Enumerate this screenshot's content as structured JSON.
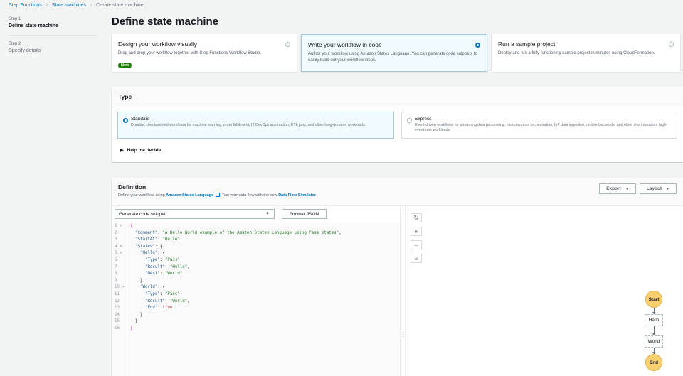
{
  "breadcrumb": {
    "items": [
      "Step Functions",
      "State machines"
    ],
    "current": "Create state machine"
  },
  "sidebar": {
    "steps": [
      {
        "label": "Step 1",
        "title": "Define state machine",
        "active": true
      },
      {
        "label": "Step 2",
        "title": "Specify details",
        "active": false
      }
    ]
  },
  "page": {
    "title": "Define state machine"
  },
  "authoring": {
    "options": [
      {
        "title": "Design your workflow visually",
        "desc": "Drag and drop your workflow together with Step Functions Workflow Studio.",
        "badge": "New",
        "selected": false
      },
      {
        "title": "Write your workflow in code",
        "desc": "Author your workflow using Amazon States Language. You can generate code snippets to easily build out your workflow steps.",
        "selected": true
      },
      {
        "title": "Run a sample project",
        "desc": "Deploy and run a fully functioning sample project in minutes using CloudFormation.",
        "selected": false
      }
    ]
  },
  "type_panel": {
    "title": "Type",
    "options": [
      {
        "title": "Standard",
        "desc": "Durable, checkpointed workflows for machine learning, order fulfillment, IT/DevOps automation, ETL jobs, and other long-duration workloads.",
        "selected": true
      },
      {
        "title": "Express",
        "desc": "Event-driven workflows for streaming data processing, microservices orchestration, IoT data ingestion, mobile backends, and other short duration, high-event-rate workloads.",
        "selected": false
      }
    ],
    "help": "Help me decide"
  },
  "definition": {
    "title": "Definition",
    "desc_prefix": "Define your workflow using ",
    "link1": "Amazon States Language",
    "desc_mid": ". Test your data flow with the new ",
    "link2": "Data Flow Simulator",
    "desc_suffix": ".",
    "export_label": "Export",
    "layout_label": "Layout",
    "snippet_select": "Generate code snippet",
    "format_label": "Format JSON",
    "code_lines": [
      "{",
      "  \"Comment\": \"A Hello World example of the Amazon States Language using Pass states\",",
      "  \"StartAt\": \"Hello\",",
      "  \"States\": {",
      "    \"Hello\": {",
      "      \"Type\": \"Pass\",",
      "      \"Result\": \"Hello\",",
      "      \"Next\": \"World\"",
      "    },",
      "    \"World\": {",
      "      \"Type\": \"Pass\",",
      "      \"Result\": \"World\",",
      "      \"End\": true",
      "    }",
      "  }",
      "}"
    ],
    "line_numbers": [
      "1",
      "2",
      "3",
      "4",
      "5",
      "6",
      "7",
      "8",
      "9",
      "10",
      "11",
      "12",
      "13",
      "14",
      "15",
      "16"
    ]
  },
  "graph": {
    "controls": [
      "refresh",
      "zoom-in",
      "zoom-out",
      "center"
    ],
    "nodes": [
      "Start",
      "Hello",
      "World",
      "End"
    ]
  },
  "colors": {
    "accent": "#0073bb",
    "node_terminal": "#f8cf6f",
    "badge_new": "#1d8102"
  }
}
